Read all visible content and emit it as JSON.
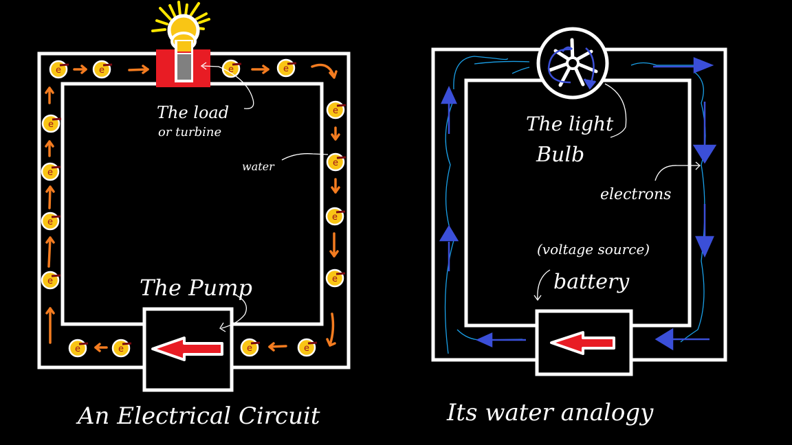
{
  "colors": {
    "background": "#000000",
    "frame": "#ffffff",
    "electron_fill": "#f9c515",
    "electron_text": "#a0141c",
    "electron_tail": "#7a0a10",
    "flow_arrow": "#f47c20",
    "load_box": "#e81c24",
    "bulb_glass": "#f9c515",
    "bulb_base": "#808080",
    "rays": "#ffe600",
    "pump_arrow": "#e81c24",
    "water_stroke": "#3b4fd8",
    "water_line": "#1aa0e8"
  },
  "left_diagram": {
    "title": "An Electrical Circuit",
    "load_label_line1": "The load",
    "load_label_line2": "or turbine",
    "water_label": "water",
    "pump_label": "The Pump",
    "electron_symbol": "e",
    "electron_count": 16
  },
  "right_diagram": {
    "title": "Its water analogy",
    "bulb_label_line1": "The light",
    "bulb_label_line2": "Bulb",
    "electrons_label": "electrons",
    "source_label": "(voltage source)",
    "battery_label": "battery"
  }
}
